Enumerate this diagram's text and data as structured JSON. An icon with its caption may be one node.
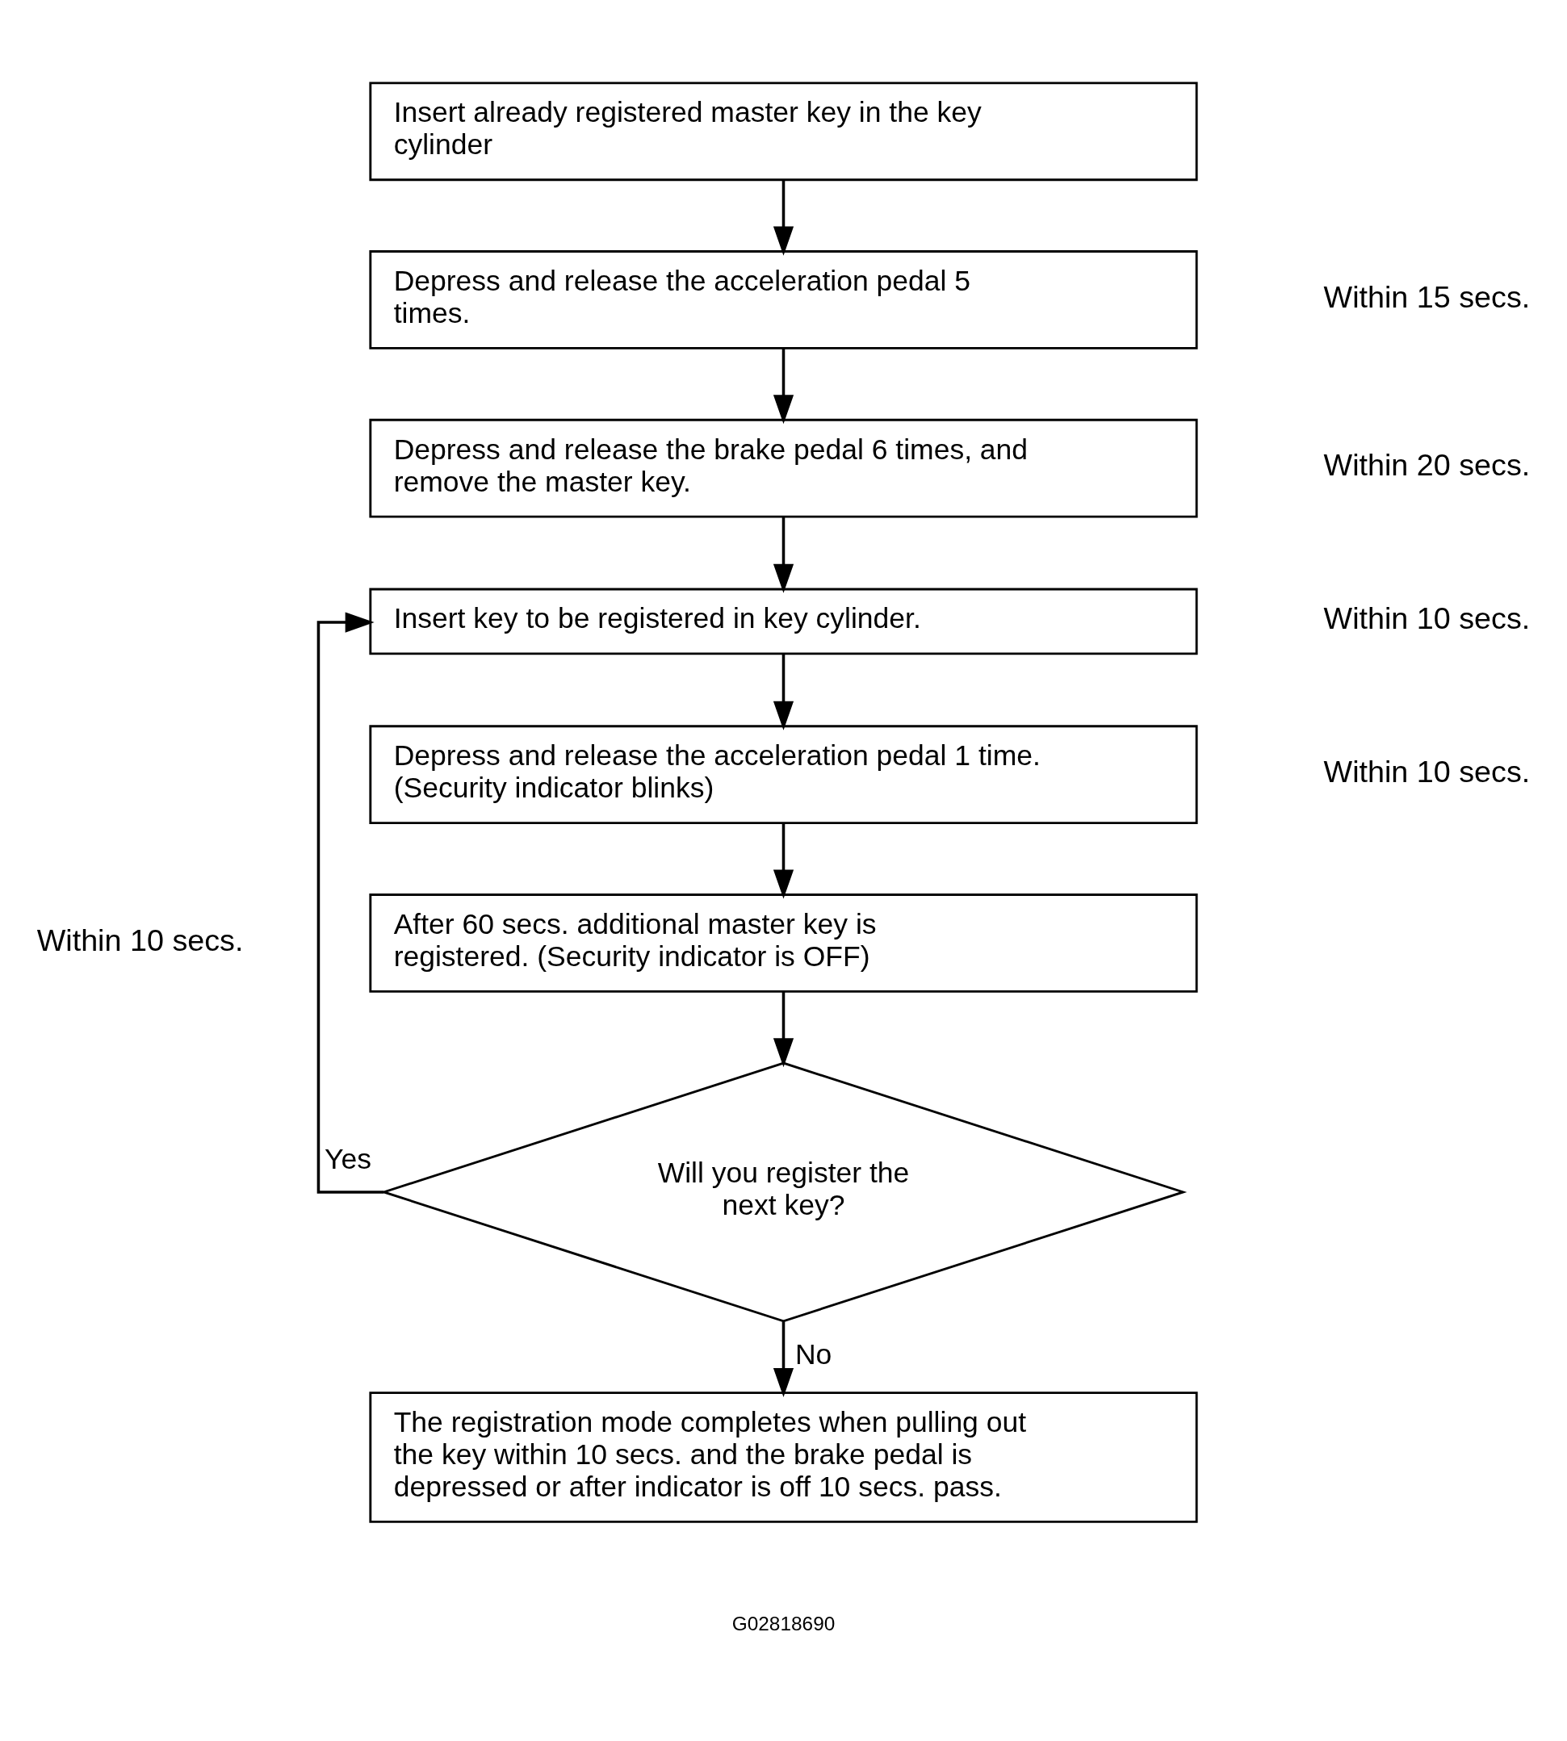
{
  "diagram": {
    "nodes": [
      {
        "text": [
          "Insert already registered master key in the key cylinder"
        ]
      },
      {
        "text": [
          "Depress and release the acceleration pedal 5 times."
        ]
      },
      {
        "text": [
          "Depress and release the brake pedal 6 times, and remove the master key."
        ]
      },
      {
        "text": [
          "Insert key to be registered in key cylinder."
        ]
      },
      {
        "text": [
          "Depress and release the acceleration pedal 1 time. (Security indicator blinks)"
        ]
      },
      {
        "text": [
          "After 60 secs. additional master key is registered. (Security indicator is OFF)"
        ]
      },
      {
        "text": [
          "Will you register the next key?"
        ]
      },
      {
        "text": [
          "The registration mode completes when pulling out the key within 10 secs. and the brake pedal is depressed or after indicator is off 10 secs. pass."
        ]
      }
    ],
    "edges": [
      {
        "from": 0,
        "to": 1,
        "arrow": "to"
      },
      {
        "from": 1,
        "to": 2,
        "arrow": "to"
      },
      {
        "from": 2,
        "to": 3,
        "arrow": "to"
      },
      {
        "from": 3,
        "to": 4,
        "arrow": "to"
      },
      {
        "from": 4,
        "to": 5,
        "arrow": "to"
      },
      {
        "from": 5,
        "to": 6,
        "arrow": "to"
      },
      {
        "from": 6,
        "to": 3,
        "arrow": "to",
        "label": "Yes"
      },
      {
        "from": 6,
        "to": 7,
        "arrow": "to",
        "label": "No"
      }
    ],
    "labels": [
      "Within 15 secs.",
      "Within 20 secs.",
      "Within 10 secs.",
      "Within 10 secs.",
      "Within 10 secs.",
      "G02818690"
    ]
  }
}
